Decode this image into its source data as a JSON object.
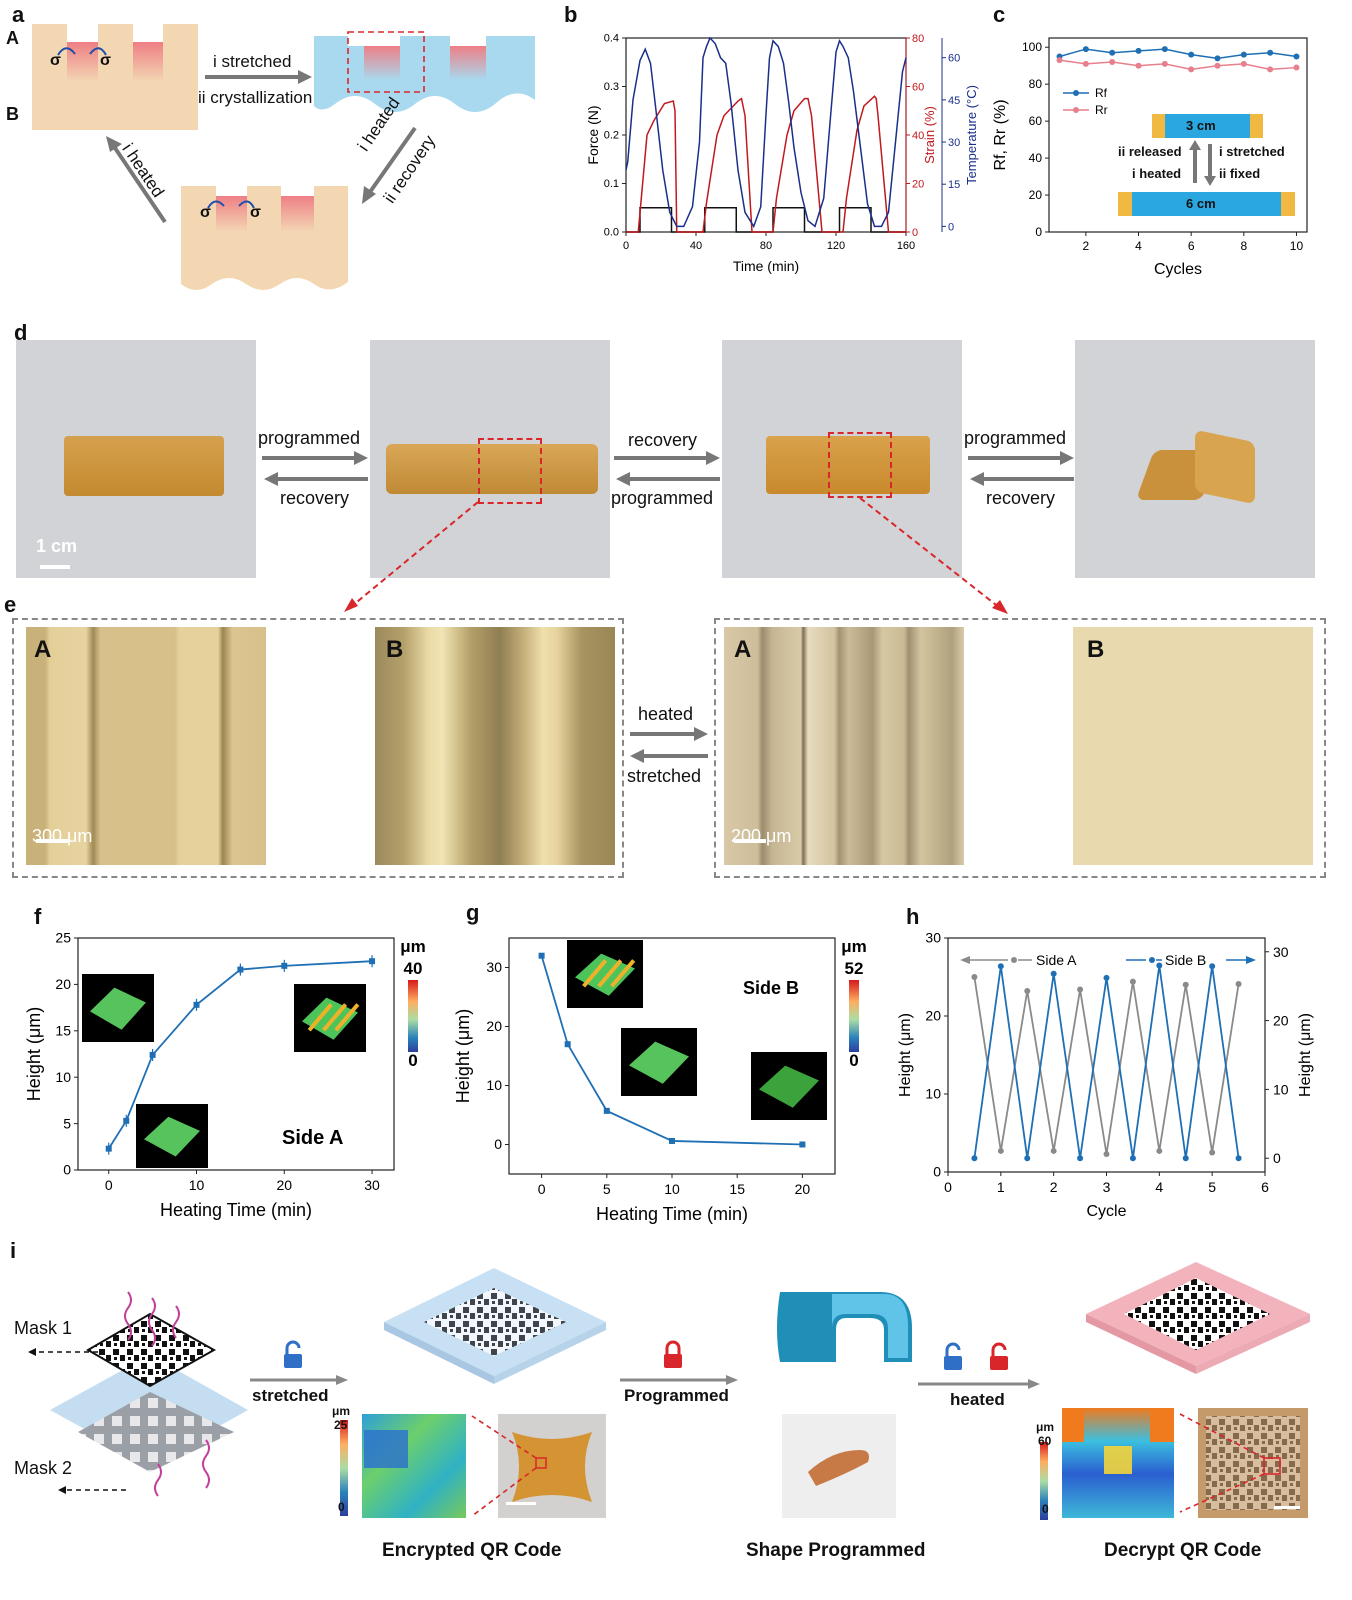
{
  "panels": {
    "a": "a",
    "b": "b",
    "c": "c",
    "d": "d",
    "e": "e",
    "f": "f",
    "g": "g",
    "h": "h",
    "i": "i"
  },
  "panel_a": {
    "side_A": "A",
    "side_B": "B",
    "sigma": "σ",
    "step1_i": "i stretched",
    "step1_ii": "ii crystallization",
    "step2_i": "i heated",
    "step2_ii": "ii recovery",
    "step3": "i heated"
  },
  "panel_c_inset": {
    "short_len": "3 cm",
    "long_len": "6 cm",
    "left_i": "ii released",
    "left_ii": "i heated",
    "right_i": "i stretched",
    "right_ii": "ii fixed"
  },
  "panel_d": {
    "arrow1_top": "programmed",
    "arrow1_bottom": "recovery",
    "arrow2_top": "recovery",
    "arrow2_bottom": "programmed",
    "arrow3_top": "programmed",
    "arrow3_bottom": "recovery",
    "scale": "1 cm"
  },
  "panel_e": {
    "label_A1": "A",
    "label_B1": "B",
    "label_A2": "A",
    "label_B2": "B",
    "scale1": "300 μm",
    "scale2": "200 μm",
    "arrow_top": "heated",
    "arrow_bottom": "stretched"
  },
  "panel_i": {
    "mask1": "Mask 1",
    "mask2": "Mask 2",
    "step1": "stretched",
    "step2": "Programmed",
    "step3": "heated",
    "cap1": "Encrypted QR Code",
    "cap2": "Shape Programmed",
    "cap3": "Decrypt QR Code",
    "bar1_unit": "μm",
    "bar1_max": "25",
    "bar1_min": "0",
    "bar2_unit": "μm",
    "bar2_max": "60",
    "bar2_min": "0"
  },
  "colors": {
    "blue": "#1f6fb5",
    "red": "#c0191e",
    "navy": "#1a2f8a",
    "gray": "#8a8a8a",
    "pink": "#e77f8c",
    "tan": "#f3d7b3"
  },
  "chart_data": [
    {
      "id": "b",
      "type": "line",
      "xlabel": "Time (min)",
      "ylabel": "Force (N)",
      "y2label": "Strain (%)",
      "y3label": "Temperature (°C)",
      "xlim": [
        0,
        160
      ],
      "ylim": [
        0,
        0.4
      ],
      "y2lim": [
        0,
        80
      ],
      "y3lim": [
        -2,
        67
      ],
      "xticks": [
        "0",
        "40",
        "80",
        "120",
        "160"
      ],
      "yticks": [
        "0.0",
        "0.1",
        "0.2",
        "0.3",
        "0.4"
      ],
      "y2ticks": [
        "0",
        "20",
        "40",
        "60",
        "80"
      ],
      "y3ticks": [
        "0",
        "15",
        "30",
        "45",
        "60"
      ],
      "series": [
        {
          "axis": "y",
          "color": "#111",
          "x": [
            0,
            8,
            8,
            26,
            26,
            45,
            45,
            63,
            63,
            84,
            84,
            102,
            102,
            122,
            122,
            140,
            140,
            160
          ],
          "y": [
            0,
            0,
            0.05,
            0.05,
            0,
            0,
            0.05,
            0.05,
            0,
            0,
            0.05,
            0.05,
            0,
            0,
            0.05,
            0.05,
            0,
            0
          ]
        },
        {
          "axis": "y2",
          "color": "#c0191e",
          "x": [
            0,
            7,
            9,
            12,
            16,
            22,
            27,
            28,
            29,
            36,
            40,
            44,
            46,
            52,
            56,
            64,
            66,
            68,
            72,
            76,
            82,
            84,
            86,
            92,
            96,
            102,
            104,
            106,
            112,
            116,
            122,
            124,
            126,
            132,
            136,
            142,
            143,
            144,
            150,
            156,
            160
          ],
          "y": [
            0,
            0,
            16,
            40,
            46,
            53,
            54,
            50,
            0,
            0,
            0,
            0,
            12,
            40,
            48,
            54,
            55,
            48,
            0,
            0,
            0,
            0,
            14,
            40,
            50,
            55,
            55,
            48,
            0,
            0,
            0,
            0,
            14,
            42,
            52,
            56,
            55,
            48,
            0,
            0,
            0
          ]
        },
        {
          "axis": "y3",
          "color": "#1a2f8a",
          "x": [
            0,
            1,
            4,
            8,
            11,
            14,
            17,
            21,
            25,
            29,
            33,
            38,
            42,
            44,
            46,
            48,
            51,
            54,
            57,
            60,
            64,
            68,
            73,
            77,
            80,
            82,
            84,
            87,
            90,
            93,
            96,
            100,
            104,
            108,
            113,
            117,
            120,
            122,
            124,
            127,
            130,
            134,
            138,
            142,
            146,
            150,
            154,
            158,
            160
          ],
          "y": [
            20,
            23,
            45,
            59,
            63,
            58,
            42,
            20,
            5,
            0,
            0,
            7,
            30,
            60,
            64,
            67,
            65,
            60,
            58,
            44,
            20,
            5,
            0,
            7,
            40,
            60,
            66,
            64,
            58,
            44,
            28,
            12,
            2,
            0,
            10,
            40,
            62,
            66,
            64,
            60,
            48,
            28,
            8,
            0,
            0,
            5,
            30,
            55,
            60
          ]
        }
      ]
    },
    {
      "id": "c",
      "type": "line",
      "xlabel": "Cycles",
      "ylabel": "Rf, Rr (%)",
      "xlim": [
        0.6,
        10.4
      ],
      "ylim": [
        0,
        105
      ],
      "xticks": [
        "2",
        "4",
        "6",
        "8",
        "10"
      ],
      "yticks": [
        "0",
        "20",
        "40",
        "60",
        "80",
        "100"
      ],
      "legend": "top-left",
      "series": [
        {
          "name": "Rf",
          "color": "#1f6fb5",
          "x": [
            1,
            2,
            3,
            4,
            5,
            6,
            7,
            8,
            9,
            10
          ],
          "y": [
            95,
            99,
            97,
            98,
            99,
            96,
            94,
            96,
            97,
            95
          ]
        },
        {
          "name": "Rr",
          "color": "#e77f8c",
          "x": [
            1,
            2,
            3,
            4,
            5,
            6,
            7,
            8,
            9,
            10
          ],
          "y": [
            93,
            91,
            92,
            90,
            91,
            88,
            90,
            91,
            88,
            89
          ]
        }
      ]
    },
    {
      "id": "f",
      "type": "line",
      "xlabel": "Heating Time (min)",
      "ylabel": "Height (μm)",
      "annotation": "Side A",
      "colorbar_unit": "μm",
      "colorbar_max": "40",
      "colorbar_min": "0",
      "xlim": [
        -3.5,
        32.5
      ],
      "ylim": [
        0,
        25
      ],
      "xticks": [
        "0",
        "10",
        "20",
        "30"
      ],
      "yticks": [
        "0",
        "5",
        "10",
        "15",
        "20",
        "25"
      ],
      "series": [
        {
          "color": "#1f6fb5",
          "x": [
            0,
            2,
            5,
            10,
            15,
            20,
            30
          ],
          "y": [
            2.3,
            5.3,
            12.4,
            17.8,
            21.6,
            22.0,
            22.5
          ]
        }
      ]
    },
    {
      "id": "g",
      "type": "line",
      "xlabel": "Heating Time (min)",
      "ylabel": "Height (μm)",
      "annotation": "Side B",
      "colorbar_unit": "μm",
      "colorbar_max": "52",
      "colorbar_min": "0",
      "xlim": [
        -2.5,
        22.5
      ],
      "ylim": [
        -5,
        35
      ],
      "xticks": [
        "0",
        "5",
        "10",
        "15",
        "20"
      ],
      "yticks": [
        "0",
        "10",
        "20",
        "30"
      ],
      "series": [
        {
          "color": "#1f6fb5",
          "x": [
            0,
            2,
            5,
            10,
            20
          ],
          "y": [
            32,
            17,
            5.7,
            0.6,
            0
          ]
        }
      ]
    },
    {
      "id": "h",
      "type": "line",
      "xlabel": "Cycle",
      "ylabel": "Height (μm)",
      "y2label": "Height (μm)",
      "xlim": [
        0,
        6
      ],
      "ylim": [
        0,
        30
      ],
      "y2lim": [
        -2,
        32
      ],
      "xticks": [
        "0",
        "1",
        "2",
        "3",
        "4",
        "5",
        "6"
      ],
      "yticks": [
        "0",
        "10",
        "20",
        "30"
      ],
      "y2ticks": [
        "0",
        "10",
        "20",
        "30"
      ],
      "series": [
        {
          "name": "Side A",
          "axis": "y",
          "color": "#8a8a8a",
          "x": [
            0.5,
            1,
            1.5,
            2,
            2.5,
            3,
            3.5,
            4,
            4.5,
            5,
            5.5
          ],
          "y": [
            25,
            2.7,
            23.2,
            2.7,
            23.4,
            2.3,
            24.4,
            2.7,
            24,
            2.5,
            24.1
          ]
        },
        {
          "name": "Side B",
          "axis": "y2",
          "color": "#1f6fb5",
          "x": [
            0.5,
            1,
            1.5,
            2,
            2.5,
            3,
            3.5,
            4,
            4.5,
            5,
            5.5
          ],
          "y": [
            0,
            27.9,
            0,
            26.8,
            0,
            26.2,
            0,
            28,
            0,
            27.9,
            0
          ]
        }
      ]
    }
  ]
}
